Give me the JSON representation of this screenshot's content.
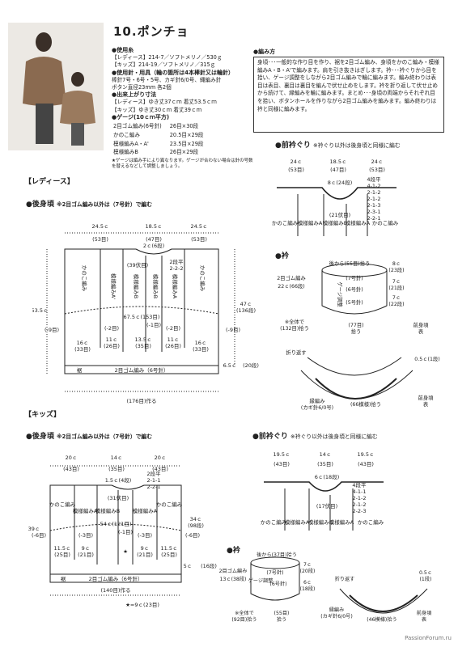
{
  "title": "10.ポンチョ",
  "materials": {
    "yarn_heading": "●使用糸",
    "yarn_ladies": "【レディース】214-7／ソフトメリノ／530ｇ",
    "yarn_kids": "【キッズ】214-19／ソフトメリノ／315ｇ",
    "needle_heading": "●使用針・用具（輪の箇所は4本棒針又は輪針）",
    "needles": "棒針7号・6号・5号、カギ針6/0号、縄編み針",
    "buttons": "ボタン直径23mm 各2個",
    "size_heading": "●出来上がり寸法",
    "size_ladies": "【レディース】ゆき丈37ｃｍ 着丈53.5ｃｍ",
    "size_kids": "【キッズ】ゆき丈30ｃｍ 着丈39ｃｍ",
    "gauge_heading": "●ゲージ(10ｃｍ平方)",
    "gauge_rows": [
      [
        "2目ゴム編み(6号針)",
        "26目×30段"
      ],
      [
        "かのこ編み",
        "20.5目×29段"
      ],
      [
        "模様編みA・A'",
        "23.5目×29段"
      ],
      [
        "模様編みB",
        "26目×29段"
      ]
    ],
    "gauge_note": "★ゲージは編み手により異なります。ゲージが合わない場合は針の号数を替えるなどして調整しましょう。"
  },
  "method": {
    "heading": "●編み方",
    "text": "身頃･･･一般的な作り目を作り、裾を2目ゴム編み、身頃をかのこ編み・模様編みA・B・A'で編みます。肩を引き抜きはぎします。衿･･･衿ぐりから目を拾い、ゲージ調整をしながら2目ゴム編みで輪に編みます。編み終わりは表目は表目、裏目は裏目を編んで伏せ止めをします。衿を折り返して伏せ止めから続けて、縁編みを輪に編みます。まとめ･･･身頃の両端からそれぞれ目を拾い、ボタンホールを作りながら2目ゴム編みを編みます。編み終わりは衿と同様に編みます。"
  },
  "ladies": {
    "section": "【レディース】",
    "back_title": "●後身頃",
    "back_note": "※2目ゴム編み以外は（7号針）で編む",
    "top_widths": [
      "24.5ｃ",
      "18.5ｃ",
      "24.5ｃ"
    ],
    "top_counts": [
      "(53目)",
      "(47目)",
      "(53目)"
    ],
    "neck": "2ｃ(6段)",
    "neck_st": "(39伏目)",
    "neck_dec": [
      "2段平",
      "2-2-2"
    ],
    "panels": [
      "かのこ編み",
      "模様編みA'",
      "模様編みB",
      "模様編みA",
      "かのこ編み"
    ],
    "height": "53.5ｃ",
    "height_right": "47ｃ",
    "height_right_rows": "(136段)",
    "inner_width": "67.5ｃ(153目)",
    "hem_labels": [
      "(-9目)",
      "(-2目)",
      "(-1目)",
      "(-2目)",
      "(-9目)"
    ],
    "hem_cm": [
      "16ｃ",
      "11ｃ",
      "13.5ｃ",
      "11ｃ",
      "16ｃ"
    ],
    "hem_st": [
      "(33目)",
      "(26目)",
      "(35目)",
      "(26目)",
      "(33目)"
    ],
    "hem_label": "裾",
    "rib": "2目ゴム編み（6号針）",
    "rib_h": "6.5ｃ",
    "rib_rows": "(20段)",
    "cast_on": "(176目)作る",
    "neckline_title": "●前衿ぐり",
    "neckline_note": "※衿ぐり以外は後身頃と同様に編む",
    "nl_widths": [
      "24ｃ",
      "18.5ｃ",
      "24ｃ"
    ],
    "nl_counts": [
      "(53目)",
      "(47目)",
      "(53目)"
    ],
    "nl_depth": "8ｃ(24段)",
    "nl_bind": "(21伏目)",
    "nl_dec": [
      "4段平",
      "4-1-2",
      "2-1-2",
      "2-1-2",
      "2-1-3",
      "2-3-1",
      "2-2-1"
    ],
    "nl_panels": [
      "かのこ編み",
      "模様編みA'",
      "模様編みB",
      "模様編みA",
      "かのこ編み"
    ],
    "collar_title": "●衿",
    "collar": [
      "後から(55目)拾う",
      "8ｃ",
      "(23段)",
      "2目ゴム編み",
      "22ｃ(66段)",
      "(7号針)",
      "(6号針)",
      "(5号針)",
      "ゲージ調整",
      "7ｃ",
      "(21段)",
      "7ｃ",
      "(22段)",
      "※全体で",
      "(132目)拾う",
      "(77目)",
      "拾う",
      "前身頃",
      "表"
    ],
    "fold": [
      "折り返す",
      "0.5ｃ(1段)",
      "縁編み",
      "(カギ針6/0号)",
      "(66模様)拾う",
      "前身頃",
      "表"
    ]
  },
  "kids": {
    "section": "【キッズ】",
    "back_title": "●後身頃",
    "back_note": "※2目ゴム編み以外は（7号針）で編む",
    "top_widths": [
      "20ｃ",
      "14ｃ",
      "20ｃ"
    ],
    "top_counts": [
      "(43目)",
      "(35目)",
      "(43目)"
    ],
    "neck": "1.5ｃ(4段)",
    "neck_st": "(31伏目)",
    "neck_dec": [
      "2段平",
      "2-1-1",
      "2-2-1"
    ],
    "panels": [
      "かのこ編み",
      "模様編みA'",
      "模様編みB",
      "模様編みA",
      "かのこ編み"
    ],
    "height": "39ｃ",
    "height_right": "34ｃ",
    "height_right_rows": "(98段)",
    "inner_width": "54ｃ(121目)",
    "hem_labels": [
      "(-6目)",
      "(-3目)",
      "(-1目)",
      "(-3目)",
      "(-6目)"
    ],
    "hem_cm": [
      "11.5ｃ",
      "9ｃ",
      "★",
      "9ｃ",
      "11.5ｃ"
    ],
    "hem_st": [
      "(25目)",
      "(21目)",
      "",
      "(21目)",
      "(25目)"
    ],
    "hem_label": "裾",
    "rib": "2目ゴム編み（6号針）",
    "rib_h": "5ｃ",
    "rib_rows": "(16段)",
    "cast_on": "(140目)作る",
    "star_note": "★=9ｃ(23目)",
    "neckline_title": "●前衿ぐり",
    "neckline_note": "※衿ぐり以外は後身頃と同様に編む",
    "nl_widths": [
      "19.5ｃ",
      "14ｃ",
      "19.5ｃ"
    ],
    "nl_counts": [
      "(43目)",
      "(35目)",
      "(43目)"
    ],
    "nl_depth": "6ｃ(18段)",
    "nl_bind": "(17伏目)",
    "nl_dec": [
      "4段平",
      "4-1-1",
      "2-1-2",
      "2-1-2",
      "2-2-3"
    ],
    "nl_panels": [
      "かのこ編み",
      "模様編みA'",
      "模様編みB",
      "模様編みA",
      "かのこ編み"
    ],
    "collar_title": "●衿",
    "collar": [
      "後から(37目)拾う",
      "7ｃ",
      "(20段)",
      "2目ゴム編み",
      "13ｃ(38段)",
      "(7号針)",
      "(6号針)",
      "ゲージ調整",
      "6ｃ",
      "(18段)",
      "※全体で",
      "(92目)拾う",
      "(55目)",
      "拾う"
    ],
    "fold": [
      "折り返す",
      "0.5ｃ",
      "(1段)",
      "縁編み",
      "(カギ針6/0号)",
      "(46模様)拾う",
      "前身頃",
      "表"
    ]
  },
  "footer": "PassionForum.ru"
}
